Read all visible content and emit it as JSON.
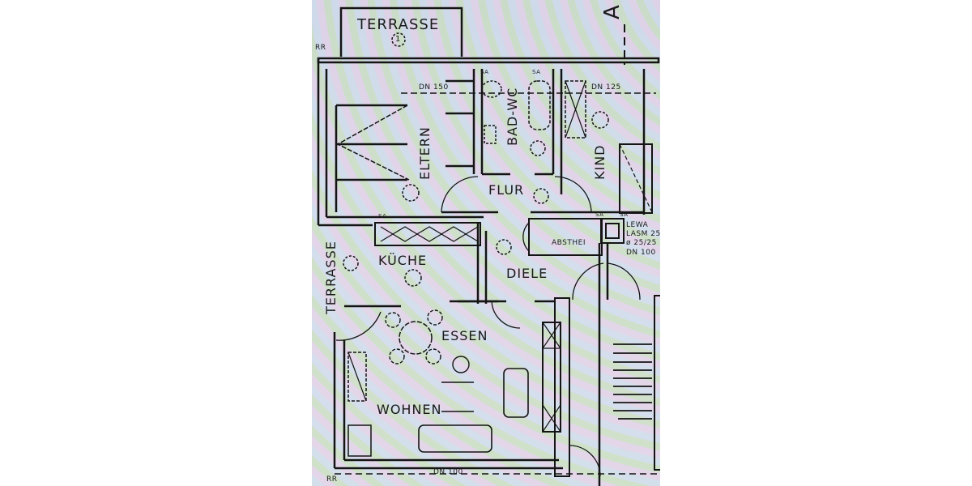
{
  "plan": {
    "section_marker": "A",
    "rooms": {
      "terrasse_top": "TERRASSE",
      "terrasse_top_number": "1",
      "eltern": "ELTERN",
      "bad_wc": "BAD-WC",
      "kind": "KIND",
      "flur": "FLUR",
      "kueche": "KÜCHE",
      "diele": "DIELE",
      "terrasse_left": "TERRASSE",
      "essen": "ESSEN",
      "wohnen": "WOHNEN",
      "abstell": "ABSTHEI"
    },
    "annotations": {
      "dn150": "DN 150",
      "dn125": "DN 125",
      "lewa": "LEWA",
      "lasm": "LASM 25",
      "pipe": "ø 25/25",
      "dn100_stair": "DN 100",
      "dn100_bottom": "DN 100",
      "rr_top": "RR",
      "rr_bottom": "RR",
      "sa1": "SA",
      "sa2": "SA",
      "sa3": "SA",
      "sa4": "SA",
      "sa5": "SA"
    },
    "colors": {
      "line": "#141414",
      "background": "#e3e5ec"
    }
  }
}
